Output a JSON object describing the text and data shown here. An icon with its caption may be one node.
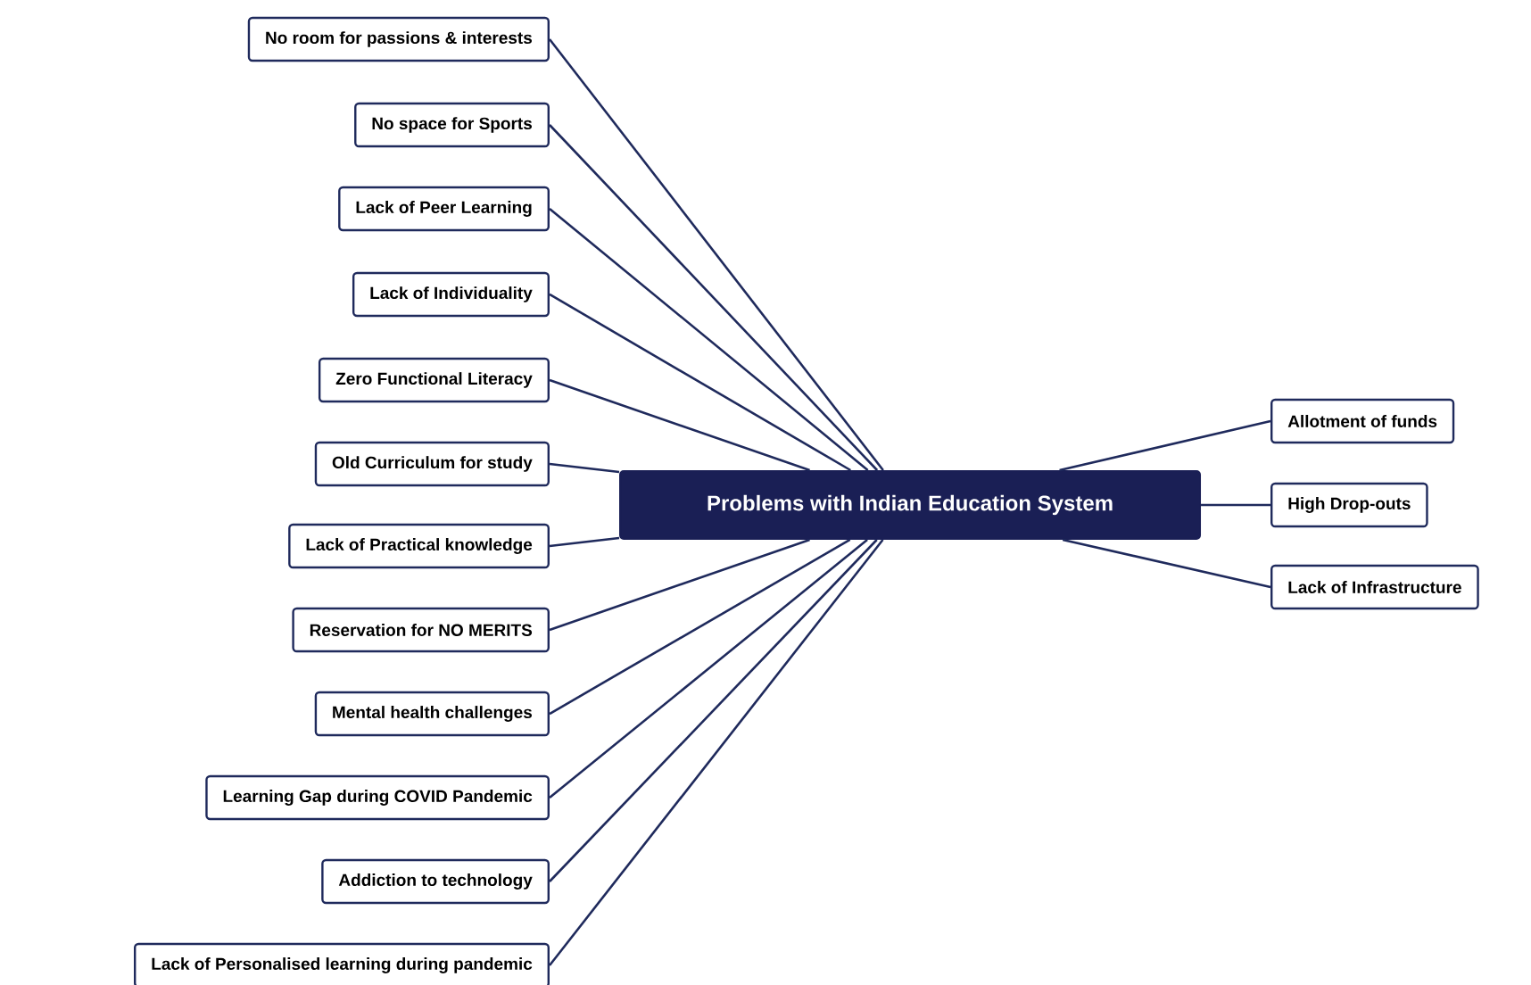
{
  "diagram": {
    "nodes": [
      {
        "text": [
          "Problems with Indian Education System"
        ]
      },
      {
        "text": [
          "No room for passions & interests"
        ]
      },
      {
        "text": [
          "No space for Sports"
        ]
      },
      {
        "text": [
          "Lack of Peer Learning"
        ]
      },
      {
        "text": [
          "Lack of Individuality"
        ]
      },
      {
        "text": [
          "Zero Functional Literacy"
        ]
      },
      {
        "text": [
          "Old Curriculum for study"
        ]
      },
      {
        "text": [
          "Lack of Practical knowledge"
        ]
      },
      {
        "text": [
          "Reservation for NO MERITS"
        ]
      },
      {
        "text": [
          "Mental health challenges"
        ]
      },
      {
        "text": [
          "Learning Gap during COVID Pandemic"
        ]
      },
      {
        "text": [
          "Addiction to technology"
        ]
      },
      {
        "text": [
          "Lack of Personalised learning during pandemic"
        ]
      },
      {
        "text": [
          "Allotment of funds"
        ]
      },
      {
        "text": [
          "High Drop-outs"
        ]
      },
      {
        "text": [
          "Lack of Infrastructure"
        ]
      }
    ],
    "edges": [
      {
        "from": 0,
        "to": 1,
        "arrow": "none"
      },
      {
        "from": 0,
        "to": 2,
        "arrow": "none"
      },
      {
        "from": 0,
        "to": 3,
        "arrow": "none"
      },
      {
        "from": 0,
        "to": 4,
        "arrow": "none"
      },
      {
        "from": 0,
        "to": 5,
        "arrow": "none"
      },
      {
        "from": 0,
        "to": 6,
        "arrow": "none"
      },
      {
        "from": 0,
        "to": 7,
        "arrow": "none"
      },
      {
        "from": 0,
        "to": 8,
        "arrow": "none"
      },
      {
        "from": 0,
        "to": 9,
        "arrow": "none"
      },
      {
        "from": 0,
        "to": 10,
        "arrow": "none"
      },
      {
        "from": 0,
        "to": 11,
        "arrow": "none"
      },
      {
        "from": 0,
        "to": 12,
        "arrow": "none"
      },
      {
        "from": 0,
        "to": 13,
        "arrow": "none"
      },
      {
        "from": 0,
        "to": 14,
        "arrow": "none"
      },
      {
        "from": 0,
        "to": 15,
        "arrow": "none"
      }
    ]
  }
}
